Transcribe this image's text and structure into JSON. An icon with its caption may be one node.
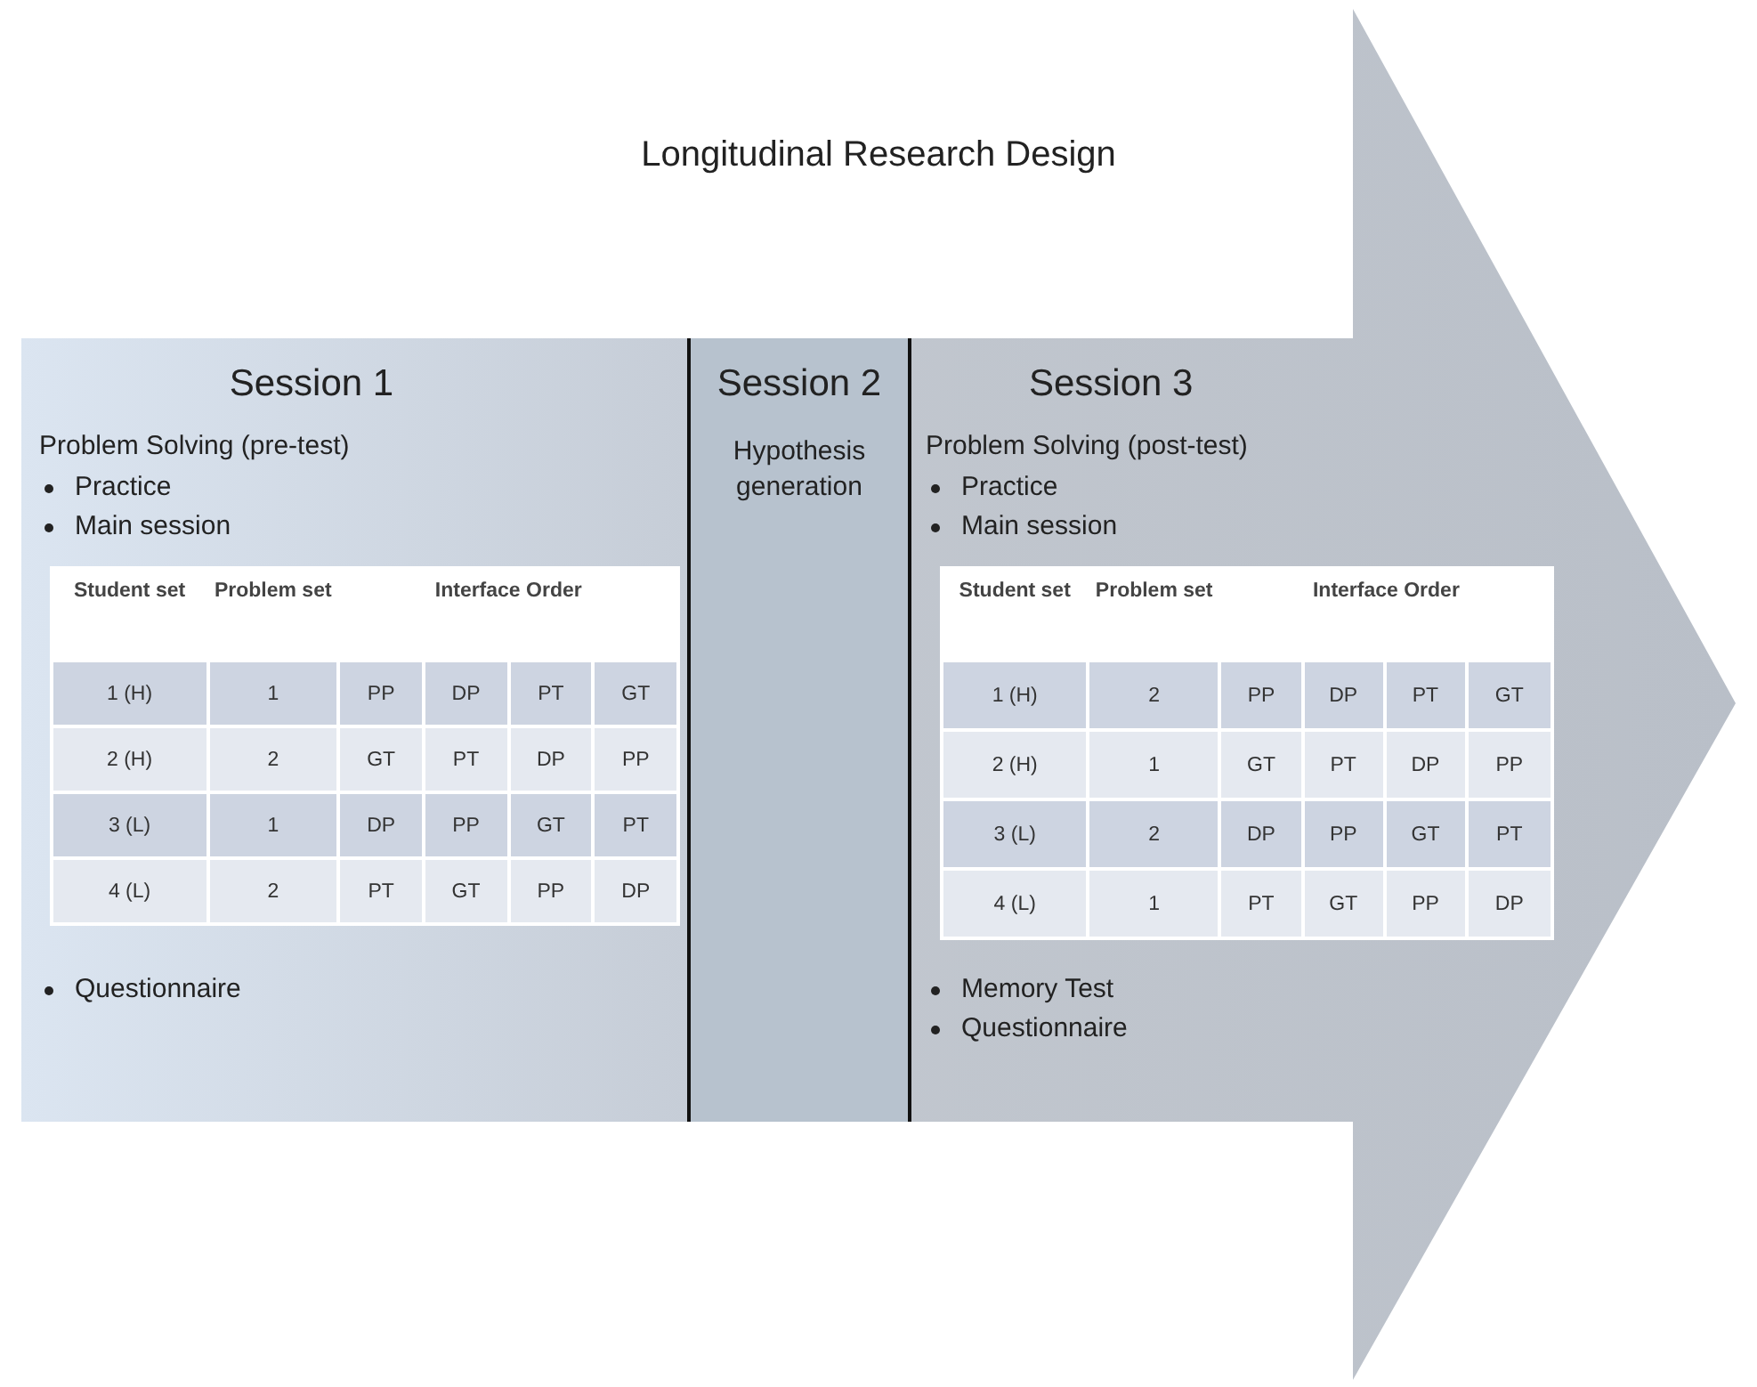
{
  "diagram": {
    "title": "Longitudinal Research Design",
    "nodes": [
      {
        "text": [],
        "shape": "arrow"
      },
      {
        "text": [
          "Session 1",
          "Problem Solving (pre-test)",
          "Practice",
          "Main session",
          "Questionnaire"
        ],
        "in": 0
      },
      {
        "text": [
          "Session 2",
          "Hypothesis generation"
        ],
        "in": 0
      },
      {
        "text": [
          "Session 3",
          "Problem Solving (post-test)",
          "Practice",
          "Main session",
          "Memory Test",
          "Questionnaire"
        ],
        "in": 0
      }
    ],
    "edges": [],
    "labels": [
      "Student set",
      "Problem set",
      "Interface Order",
      "1 (H)",
      "1",
      "PP",
      "DP",
      "PT",
      "GT",
      "2 (H)",
      "2",
      "GT",
      "PT",
      "DP",
      "PP",
      "3 (L)",
      "1",
      "DP",
      "PP",
      "GT",
      "PT",
      "4 (L)",
      "2",
      "PT",
      "GT",
      "PP",
      "DP",
      "Student set",
      "Problem set",
      "Interface Order",
      "1 (H)",
      "2",
      "PP",
      "DP",
      "PT",
      "GT",
      "2 (H)",
      "1",
      "GT",
      "PT",
      "DP",
      "PP",
      "3 (L)",
      "2",
      "DP",
      "PP",
      "GT",
      "PT",
      "4 (L)",
      "1",
      "PT",
      "GT",
      "PP",
      "DP"
    ]
  }
}
